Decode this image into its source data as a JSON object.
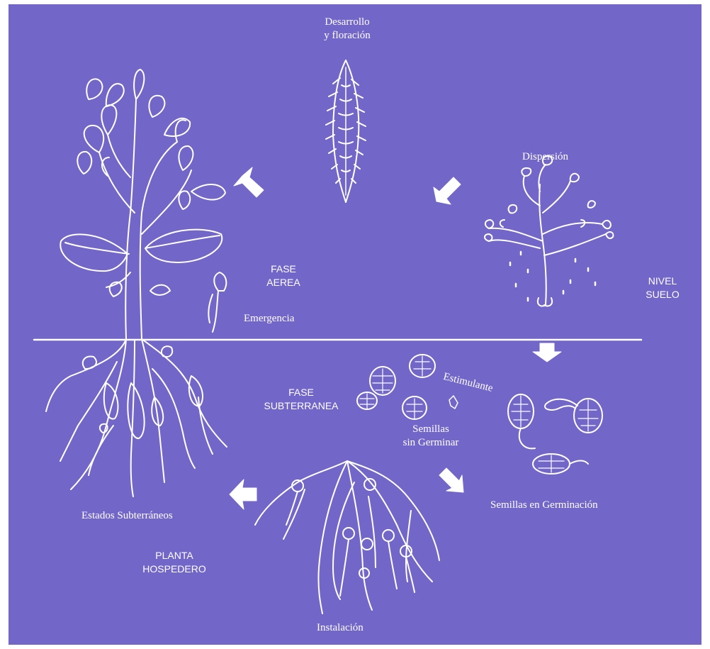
{
  "figure": {
    "background_color": "#7266c9",
    "line_color": "#ffffff"
  },
  "labels": {
    "desarrollo": "Desarrollo\ny floración",
    "dispersion": "Dispersión",
    "fase_aerea": "FASE\nAEREA",
    "nivel_suelo": "NIVEL\nSUELO",
    "emergencia": "Emergencia",
    "fase_subterranea": "FASE\nSUBTERRANEA",
    "estimulante": "Estimulante",
    "semillas_sin_germinar": "Semillas\nsin Germinar",
    "semillas_en_germinacion": "Semillas en Germinación",
    "estados_subterraneos": "Estados Subterráneos",
    "planta_hospedero": "PLANTA\nHOSPEDERO",
    "instalacion": "Instalación"
  }
}
